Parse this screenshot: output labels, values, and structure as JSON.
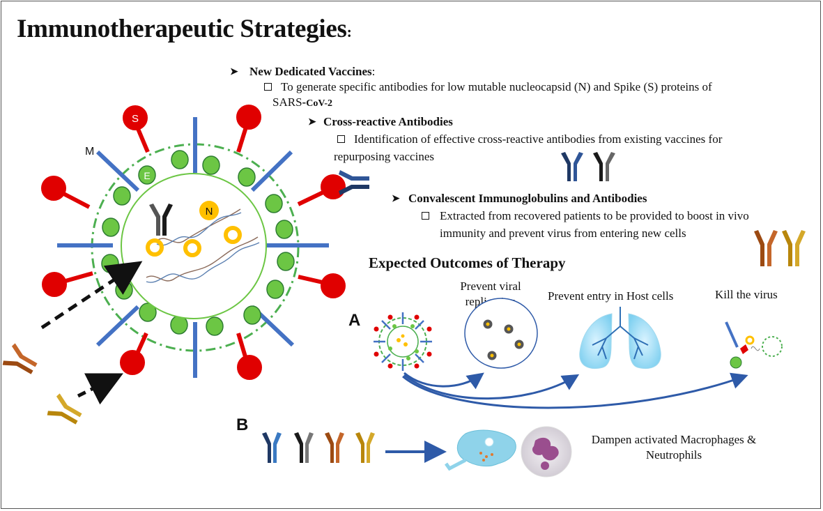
{
  "title": "Immunotherapeutic Strategies",
  "title_suffix": ":",
  "strategies": [
    {
      "heading": "New Dedicated Vaccines",
      "heading_suffix": ":",
      "detail_line1": "To generate specific antibodies for low mutable nucleocapsid (N) and Spike (S) proteins of",
      "detail_line2": "SARS",
      "detail_dash": "-",
      "detail_tail": "CoV-2"
    },
    {
      "heading": "Cross-reactive Antibodies",
      "detail_line1": "Identification of effective cross-reactive antibodies from existing vaccines for",
      "detail_line2": "repurposing vaccines"
    },
    {
      "heading": "Convalescent Immunoglobulins and Antibodies",
      "detail_line1": "Extracted from recovered patients to be provided to boost in vivo",
      "detail_line2": "immunity and prevent virus from entering new cells"
    }
  ],
  "outcomes_heading": "Expected Outcomes of Therapy",
  "outcomes": [
    {
      "line1": "Prevent viral",
      "line2": "replication"
    },
    {
      "line1": "Prevent entry in Host cells"
    },
    {
      "line1": "Kill the virus"
    }
  ],
  "panel_a_label": "A",
  "panel_b_label": "B",
  "panel_b_text_line1": "Dampen activated Macrophages &",
  "panel_b_text_line2": "Neutrophils",
  "virus_labels": {
    "spike": "S",
    "membrane": "M",
    "envelope": "E",
    "nucleocapsid": "N"
  },
  "colors": {
    "blue": "#4472C4",
    "red": "#E00000",
    "green": "#6CC644",
    "yellow": "#FFC000",
    "navy": "#1F3864",
    "brown": "#9C4A12",
    "olive": "#B8860B"
  }
}
